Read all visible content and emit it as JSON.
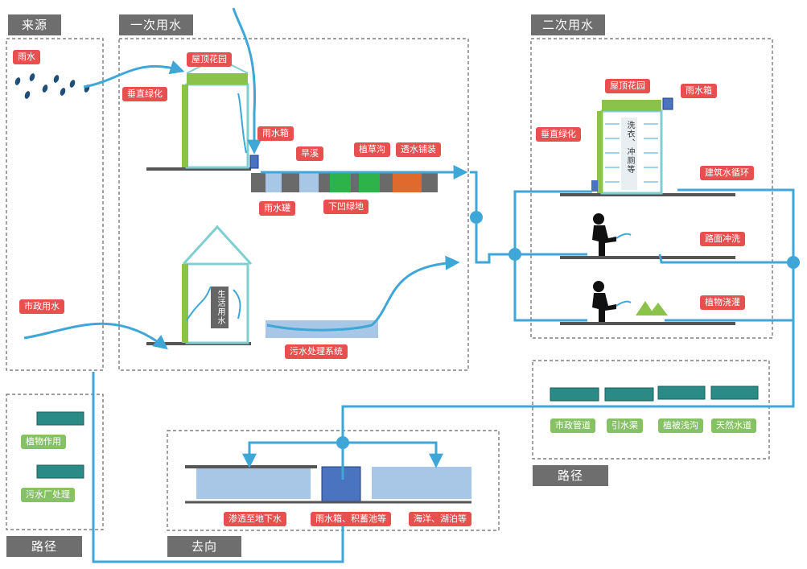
{
  "headers": {
    "source": "来源",
    "primary": "一次用水",
    "secondary": "二次用水",
    "path_left": "路径",
    "path_right": "路径",
    "destination": "去向"
  },
  "labels": {
    "rain": "雨水",
    "municipal_water": "市政用水",
    "roof_garden_1": "屋顶花园",
    "vertical_green_1": "垂直绿化",
    "rain_tank_1": "雨水箱",
    "dry_creek": "旱溪",
    "grass_swale": "植草沟",
    "permeable_paving": "透水铺装",
    "rain_barrel": "雨水罐",
    "sunken_green": "下凹绿地",
    "sewage_system": "污水处理系统",
    "roof_garden_2": "屋顶花园",
    "rain_tank_2": "雨水箱",
    "vertical_green_2": "垂直绿化",
    "building_cycle": "建筑水循环",
    "road_wash": "路面冲洗",
    "plant_irrigation": "植物浇灌",
    "municipal_pipe": "市政管道",
    "diversion_canal": "引水渠",
    "vegetated_ditch": "植被浅沟",
    "natural_channel": "天然水道",
    "plant_use": "植物作用",
    "sewage_plant": "污水厂处理",
    "infiltrate": "渗透至地下水",
    "storage": "雨水箱、积蓄池等",
    "ocean_lake": "海洋、湖泊等"
  },
  "vertical_texts": {
    "domestic": "生活用水",
    "laundry": "洗衣、冲厕等"
  },
  "colors": {
    "header_bg": "#6e6e6e",
    "tag_red": "#e85050",
    "tag_green": "#86c166",
    "flow_blue": "#3ea7d8",
    "building_green": "#8bc34a",
    "building_outline": "#7fcfd0",
    "pipe_teal": "#2a8a86"
  }
}
